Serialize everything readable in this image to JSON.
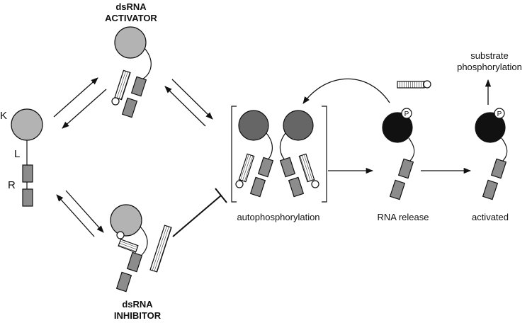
{
  "labels": {
    "activator_line1": "dsRNA",
    "activator_line2": "ACTIVATOR",
    "inhibitor_line1": "dsRNA",
    "inhibitor_line2": "INHIBITOR",
    "domain_k": "K",
    "domain_l": "L",
    "domain_r": "R",
    "phospho_marker": "P",
    "autophosphorylation": "autophosphorylation",
    "rna_release": "RNA release",
    "activated": "activated",
    "substrate_line1": "substrate",
    "substrate_line2": "phosphorylation"
  },
  "colors": {
    "inactive_kinase": "#b3b3b3",
    "dimer_kinase": "#666666",
    "active_kinase": "#111111",
    "rbd_box": "#8c8c8c",
    "stroke": "#111111"
  }
}
